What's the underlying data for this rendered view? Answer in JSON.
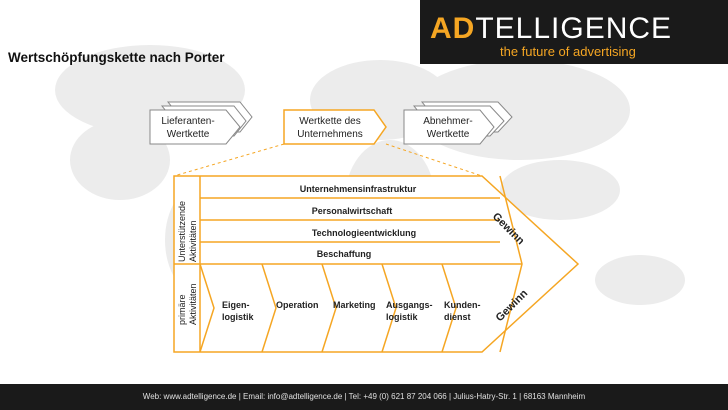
{
  "brand": {
    "prefix": "AD",
    "suffix": "TELLIGENCE",
    "tagline": "the future of advertising",
    "accent_color": "#f5a623",
    "dark_color": "#1a1a1a"
  },
  "title": "Wertschöpfungskette nach Porter",
  "chain": {
    "left_line1": "Lieferanten-",
    "left_line2": "Wertkette",
    "center_line1": "Wertkette des",
    "center_line2": "Unternehmens",
    "right_line1": "Abnehmer-",
    "right_line2": "Wertkette"
  },
  "value_chain": {
    "support_label_line1": "Unterstützende",
    "support_label_line2": "Aktivitäten",
    "primary_label_line1": "primäre",
    "primary_label_line2": "Aktivitäten",
    "support_activities": [
      "Unternehmensinfrastruktur",
      "Personalwirtschaft",
      "Technologieentwicklung",
      "Beschaffung"
    ],
    "primary_activities": [
      {
        "line1": "Eigen-",
        "line2": "logistik"
      },
      {
        "line1": "Operation",
        "line2": ""
      },
      {
        "line1": "Marketing",
        "line2": ""
      },
      {
        "line1": "Ausgangs-",
        "line2": "logistik"
      },
      {
        "line1": "Kunden-",
        "line2": "dienst"
      }
    ],
    "margin_upper": "Gewinn",
    "margin_lower": "Gewinn"
  },
  "footer": "Web: www.adtelligence.de | Email: info@adtelligence.de | Tel: +49 (0) 621 87 204 066 | Julius-Hatry-Str. 1 | 68163 Mannheim"
}
